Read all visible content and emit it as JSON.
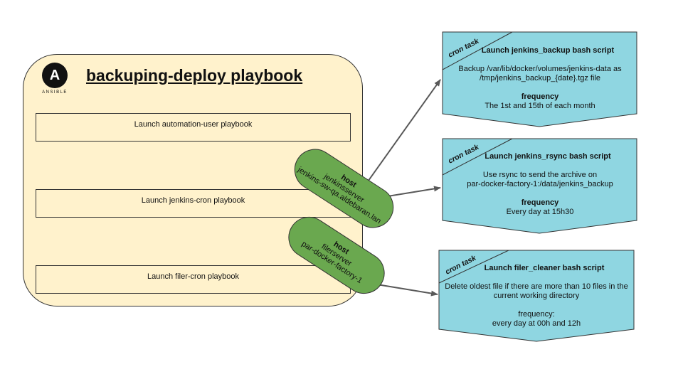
{
  "playbook": {
    "title": "backuping-deploy playbook",
    "logo_letter": "A",
    "logo_text": "ANSIBLE",
    "tasks": [
      "Launch automation-user playbook",
      "Launch jenkins-cron playbook",
      "Launch filer-cron playbook"
    ]
  },
  "hosts": [
    {
      "label": "host",
      "name": "jenkinsserver",
      "fqdn": "jenkins-sw-qa.aldebaran.lan"
    },
    {
      "label": "host",
      "name": "filerserver",
      "fqdn": "par-docker-factory-1"
    }
  ],
  "cron_tasks": [
    {
      "tag": "cron task",
      "title": "Launch jenkins_backup bash script",
      "desc_lines": [
        "Backup /var/lib/docker/volumes/jenkins-data as",
        "/tmp/jenkins_backup_{date}.tgz file"
      ],
      "freq_label": "frequency",
      "freq_value": "The 1st and 15th of each month"
    },
    {
      "tag": "cron task",
      "title": "Launch jenkins_rsync bash script",
      "desc_lines": [
        "Use rsync to send the archive on",
        "par-docker-factory-1:/data/jenkins_backup"
      ],
      "freq_label": "frequency",
      "freq_value": "Every day at 15h30"
    },
    {
      "tag": "cron task",
      "title": "Launch filer_cleaner bash script",
      "desc_lines": [
        "Delete oldest file if there are more than 10 files in the",
        "current working directory"
      ],
      "freq_label": "frequency:",
      "freq_value": "every day at 00h and 12h"
    }
  ],
  "colors": {
    "playbook_bg": "#fff2cc",
    "host_bg": "#6aa84f",
    "cron_bg": "#8fd6e1",
    "border": "#333333",
    "arrow": "#595959"
  }
}
